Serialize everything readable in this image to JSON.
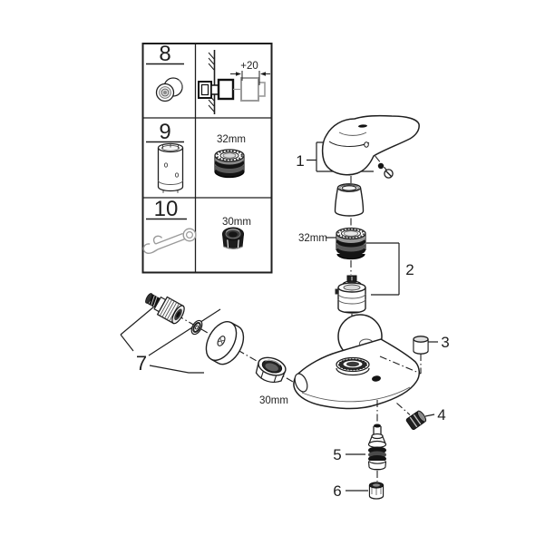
{
  "document": {
    "type": "exploded-parts-diagram",
    "product": "single-lever bath mixer fitting"
  },
  "parts_table": {
    "rows": [
      {
        "item_number": "8",
        "detail_label": "+20",
        "left_icon": "extension-nipple-icon",
        "right_icon": "wall-installation-diagram"
      },
      {
        "item_number": "9",
        "detail_label": "32mm",
        "left_icon": "extension-sleeve-icon",
        "right_icon": "cartridge-ring-nut-icon"
      },
      {
        "item_number": "10",
        "detail_label": "30mm",
        "left_icon": "open-end-wrench-icon",
        "right_icon": "union-nut-icon"
      }
    ]
  },
  "exploded_view": {
    "callouts": [
      {
        "number": "1",
        "part": "lever-handle-with-plug-and-setscrew"
      },
      {
        "number": "2",
        "part": "cartridge-with-32mm-ring-nut"
      },
      {
        "number": "3",
        "part": "plug-cylinder"
      },
      {
        "number": "4",
        "part": "check-valve-insert"
      },
      {
        "number": "5",
        "part": "diverter-cartridge"
      },
      {
        "number": "6",
        "part": "diverter-knob"
      },
      {
        "number": "7",
        "part": "s-union-washer-escutcheon-30mm-nut"
      }
    ],
    "dimension_labels": {
      "cartridge_nut_size": "32mm",
      "union_nut_size": "30mm"
    }
  },
  "colors": {
    "line": "#1f1f1f",
    "dark_fill": "#161616",
    "mid_gray": "#5a5a5a",
    "ghost_gray": "#9a9a9a",
    "background": "#ffffff"
  }
}
